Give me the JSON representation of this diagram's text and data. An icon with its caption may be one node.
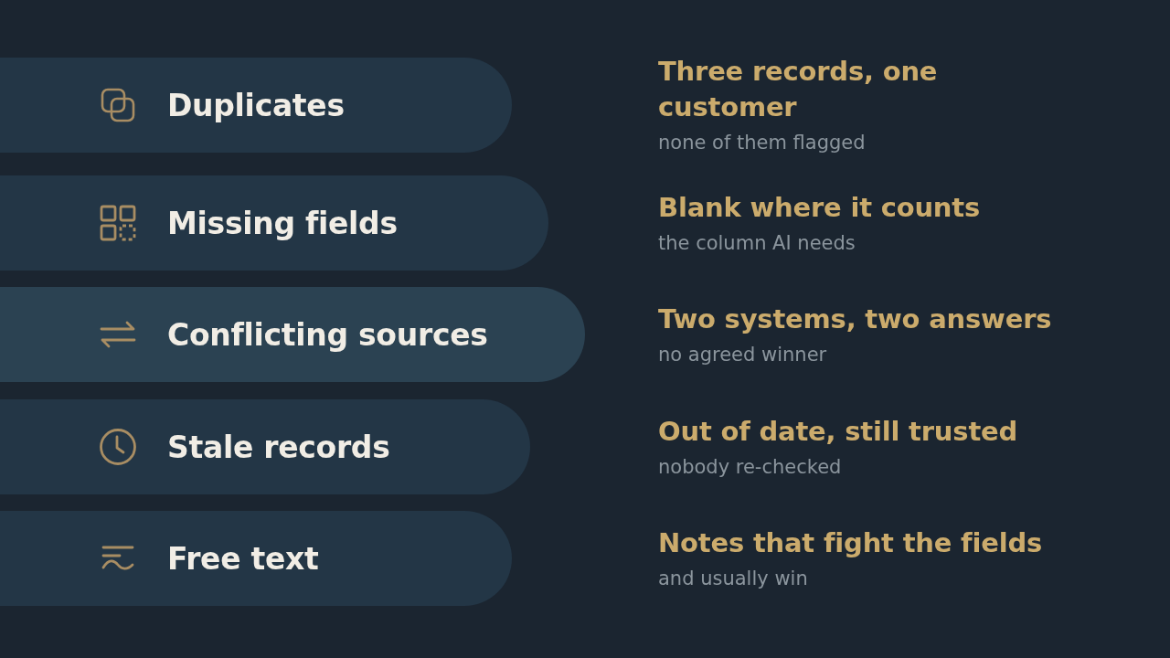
{
  "diagram": {
    "nodes": [
      {
        "text": [
          "Duplicates"
        ],
        "beside": [
          "Three records, one customer",
          "none of them flagged"
        ]
      },
      {
        "text": [
          "Missing fields"
        ],
        "beside": [
          "Blank where it counts",
          "the column AI needs"
        ]
      },
      {
        "text": [
          "Conflicting sources"
        ],
        "beside": [
          "Two systems, two answers",
          "no agreed winner"
        ]
      },
      {
        "text": [
          "Stale records"
        ],
        "beside": [
          "Out of date, still trusted",
          "nobody re-checked"
        ]
      },
      {
        "text": [
          "Free text"
        ],
        "beside": [
          "Notes that fight the fields",
          "and usually win"
        ]
      }
    ]
  }
}
